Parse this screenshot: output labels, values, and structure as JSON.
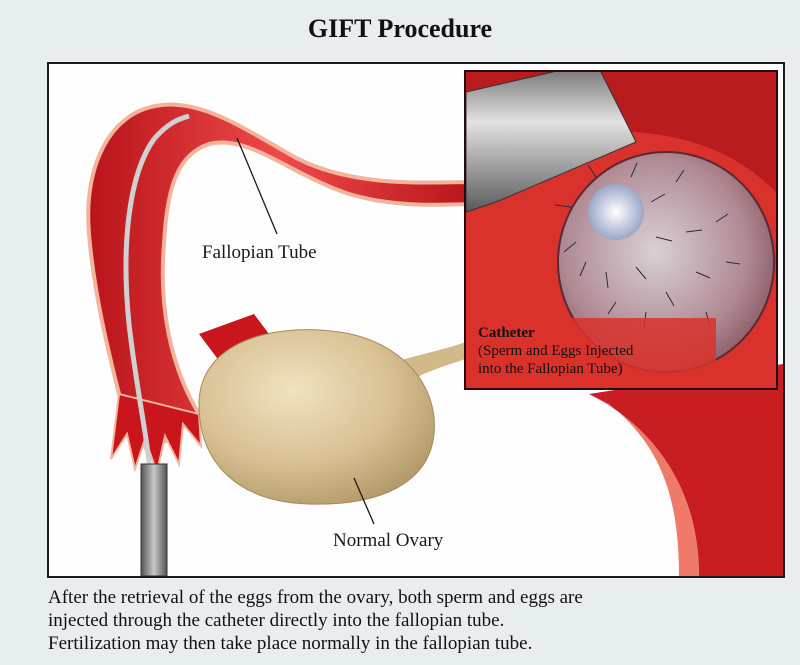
{
  "title": "GIFT Procedure",
  "labels": {
    "fallopian_tube": "Fallopian Tube",
    "normal_ovary": "Normal Ovary"
  },
  "inset": {
    "heading": "Catheter",
    "line1": "(Sperm and Eggs Injected",
    "line2": "into the Fallopian Tube)"
  },
  "caption": {
    "line1": "After the retrieval of the eggs from the ovary, both sperm and eggs are",
    "line2": "injected through the catheter directly into the fallopian tube.",
    "line3": "Fertilization may then take place normally in the fallopian tube."
  },
  "colors": {
    "tube_red": "#d8262b",
    "ovary_tan": "#d9c398",
    "background": "#e8edf0"
  }
}
